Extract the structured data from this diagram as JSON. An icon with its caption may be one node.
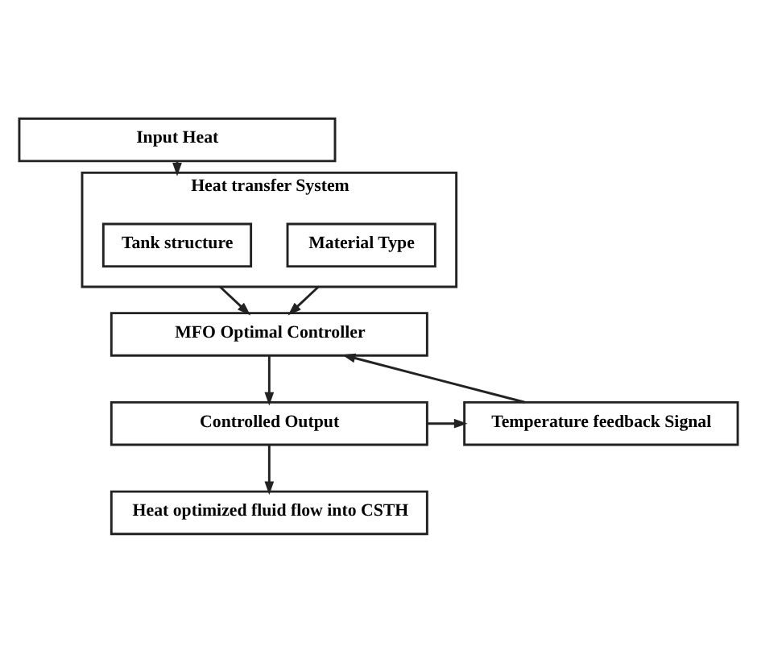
{
  "diagram": {
    "nodes": [
      {
        "text": [
          "Input Heat"
        ]
      },
      {
        "text": [
          "Heat transfer System"
        ]
      },
      {
        "text": [
          "Tank structure"
        ],
        "in": 1
      },
      {
        "text": [
          "Material Type"
        ],
        "in": 1
      },
      {
        "text": [
          "MFO Optimal Controller"
        ]
      },
      {
        "text": [
          "Temperature feedback Signal"
        ]
      },
      {
        "text": [
          "Controlled Output"
        ]
      },
      {
        "text": [
          "Heat optimized fluid flow into CSTH"
        ]
      }
    ],
    "edges": [
      {
        "from": 0,
        "to": 1,
        "arrow": "to"
      },
      {
        "from": 1,
        "to": 4,
        "arrow": "to"
      },
      {
        "from": 1,
        "to": 4,
        "arrow": "to"
      },
      {
        "from": 4,
        "to": 6,
        "arrow": "to"
      },
      {
        "from": 6,
        "to": 5,
        "arrow": "to"
      },
      {
        "from": 5,
        "to": 4,
        "arrow": "to"
      },
      {
        "from": 6,
        "to": 7,
        "arrow": "to"
      }
    ]
  }
}
